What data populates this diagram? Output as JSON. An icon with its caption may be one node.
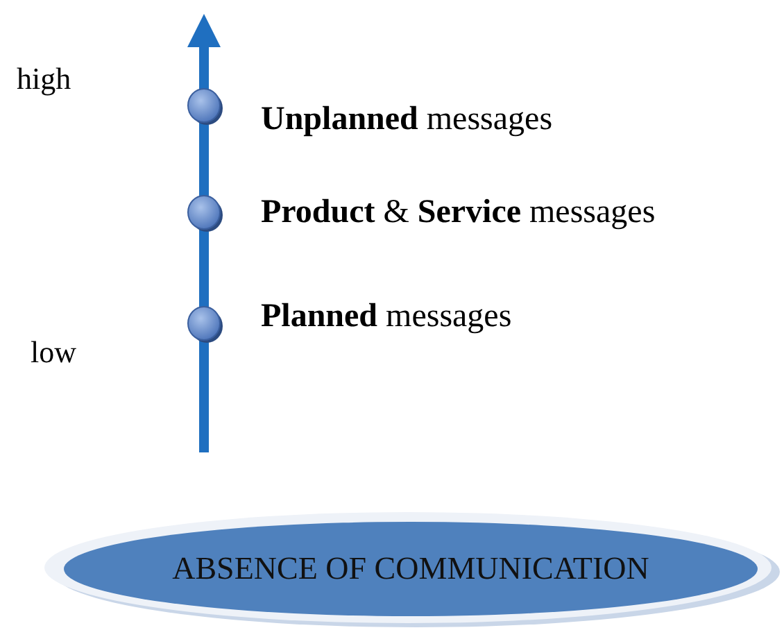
{
  "diagram": {
    "nodes": [
      {
        "text": [],
        "shape": "circle",
        "beside": [
          "**Unplanned** messages"
        ]
      },
      {
        "text": [],
        "shape": "circle",
        "beside": [
          "**Product** & **Service** messages"
        ]
      },
      {
        "text": [],
        "shape": "circle",
        "beside": [
          "**Planned** messages"
        ]
      },
      {
        "text": [
          "ABSENCE OF COMMUNICATION"
        ]
      }
    ],
    "labels": [
      "high",
      "low"
    ]
  }
}
